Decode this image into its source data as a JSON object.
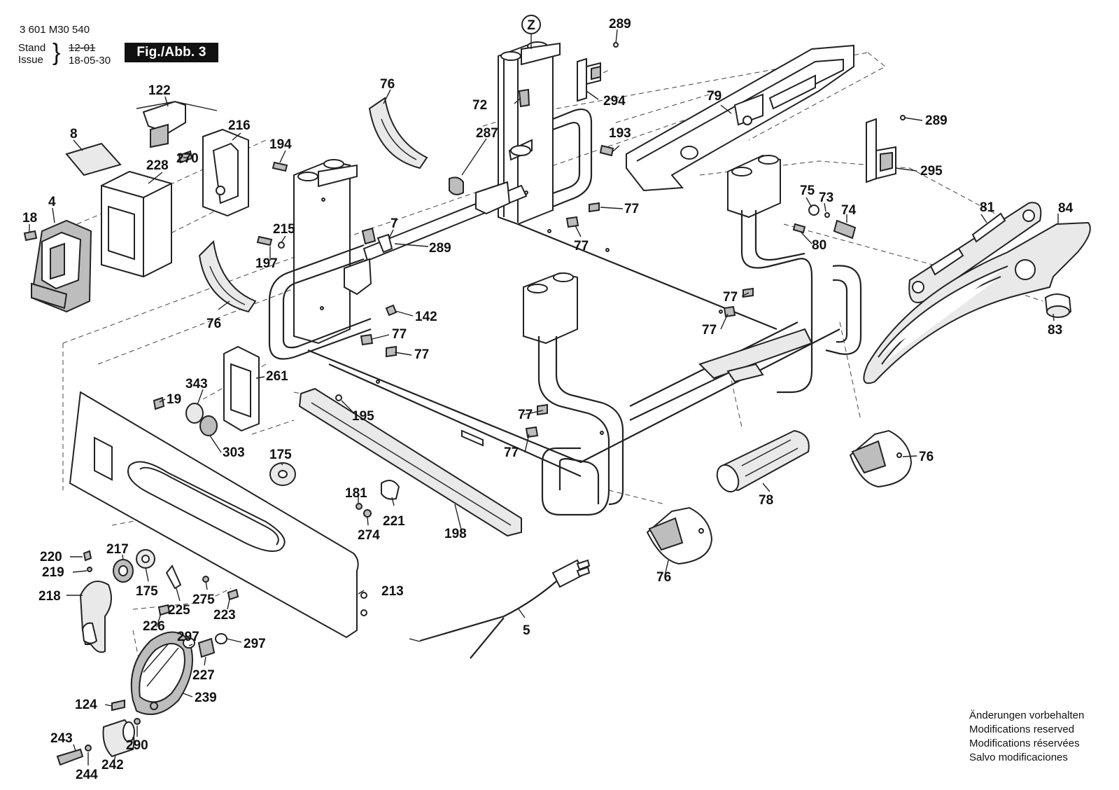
{
  "header": {
    "doc_number": "3 601 M30 540",
    "stand_issue_label": [
      "Stand",
      "Issue"
    ],
    "revision_old": "12-01",
    "revision_new": "18-05-30",
    "figure_label": "Fig./Abb. 3"
  },
  "callout": "Z",
  "notice": [
    "Änderungen vorbehalten",
    "Modifications reserved",
    "Modifications réservées",
    "Salvo modificaciones"
  ],
  "part_numbers": [
    "289",
    "72",
    "294",
    "76",
    "287",
    "193",
    "79",
    "289",
    "295",
    "122",
    "8",
    "216",
    "194",
    "270",
    "228",
    "4",
    "18",
    "215",
    "197",
    "7",
    "289",
    "77",
    "77",
    "75",
    "73",
    "74",
    "80",
    "81",
    "84",
    "83",
    "76",
    "142",
    "77",
    "77",
    "77",
    "77",
    "261",
    "343",
    "19",
    "303",
    "195",
    "77",
    "77",
    "175",
    "181",
    "274",
    "221",
    "198",
    "78",
    "76",
    "76",
    "220",
    "219",
    "217",
    "218",
    "175",
    "225",
    "275",
    "223",
    "226",
    "213",
    "297",
    "297",
    "227",
    "5",
    "124",
    "239",
    "243",
    "290",
    "242",
    "244"
  ]
}
